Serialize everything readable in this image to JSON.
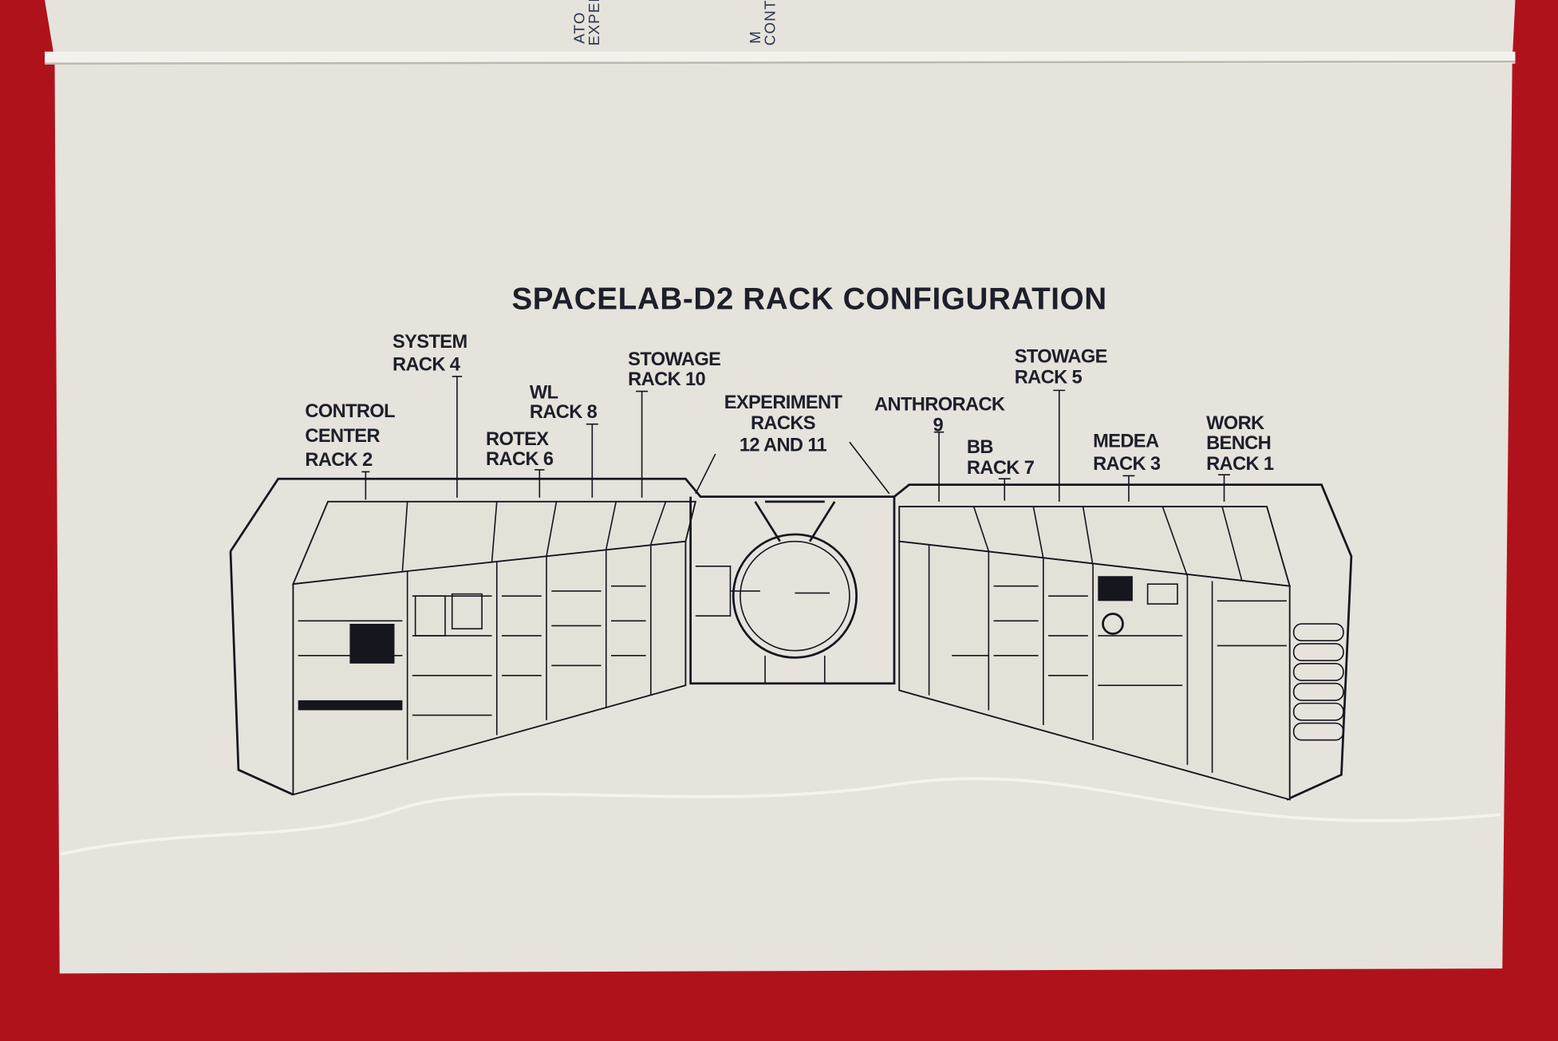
{
  "top_strip": {
    "cut_text_1": [
      "ATO",
      "EXPER"
    ],
    "cut_text_2": [
      "M",
      "CONT"
    ]
  },
  "title": "SPACELAB-D2 RACK CONFIGURATION",
  "labels": {
    "system_rack_4": [
      "SYSTEM",
      "RACK 4"
    ],
    "control_center_rack_2": [
      "CONTROL",
      "CENTER",
      "RACK 2"
    ],
    "rotex_rack_6": [
      "ROTEX",
      "RACK 6"
    ],
    "wl_rack_8": [
      "WL",
      "RACK 8"
    ],
    "stowage_rack_10": [
      "STOWAGE",
      "RACK 10"
    ],
    "experiment_racks": [
      "EXPERIMENT",
      "RACKS",
      "12 AND 11"
    ],
    "anthrorack_9": [
      "ANTHRORACK",
      "9"
    ],
    "bb_rack_7": [
      "BB",
      "RACK 7"
    ],
    "stowage_rack_5": [
      "STOWAGE",
      "RACK 5"
    ],
    "medea_rack_3": [
      "MEDEA",
      "RACK 3"
    ],
    "work_bench_rack_1": [
      "WORK",
      "BENCH",
      "RACK 1"
    ]
  },
  "colors": {
    "background": "#b0121c",
    "paper": "#e6e3dc",
    "ink": "#1d1f2a"
  }
}
